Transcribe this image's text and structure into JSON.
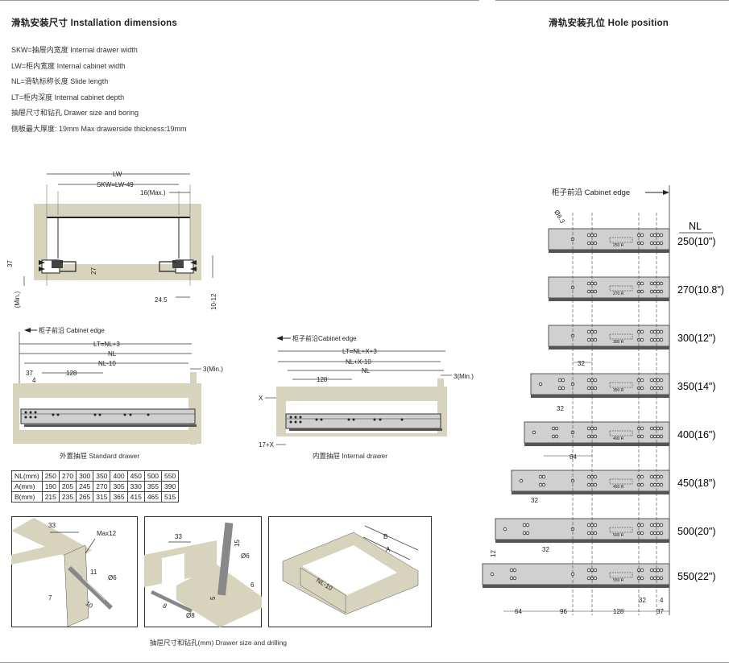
{
  "header": {
    "left_title": "滑轨安装尺寸 Installation dimensions",
    "right_title": "滑轨安装孔位 Hole position"
  },
  "specs": [
    "SKW=抽屉内宽度  Internal drawer width",
    "LW=柜内宽度  Internal cabinet width",
    "NL=滑轨标称长度  Slide length",
    "LT=柜内深度  Internal cabinet depth",
    "抽屉尺寸和钻孔  Drawer size and boring",
    "侧板最大厚度: 19mm   Max drawerside thickness:19mm"
  ],
  "top_diagram": {
    "lw": "LW",
    "skw": "SKW=LW-49",
    "max16": "16(Max.)",
    "d37": "37",
    "d27": "27",
    "d2min": "2 (Min.)",
    "d245": "24.5",
    "d1012": "10-12"
  },
  "standard_drawer": {
    "cabinet_edge": "柜子前沿 Cabinet edge",
    "lt": "LT=NL+3",
    "nl": "NL",
    "nl10": "NL-10",
    "d37": "37",
    "d4": "4",
    "d128": "128",
    "d3min": "3(Min.)",
    "caption": "外置抽屉 Standard drawer"
  },
  "internal_drawer": {
    "cabinet_edge": "柜子前沿Cabinet edge",
    "lt": "LT=NL+X+3",
    "nlx10": "NL+X-10",
    "nl": "NL",
    "d128": "128",
    "d3min": "3(Min.)",
    "x": "X",
    "x17": "17+X",
    "caption": "内置抽屉 Internal drawer"
  },
  "size_table": {
    "rows": [
      [
        "NL(mm)",
        "250",
        "270",
        "300",
        "350",
        "400",
        "450",
        "500",
        "550"
      ],
      [
        "A(mm)",
        "190",
        "205",
        "245",
        "270",
        "305",
        "330",
        "355",
        "390"
      ],
      [
        "B(mm)",
        "215",
        "235",
        "265",
        "315",
        "365",
        "415",
        "465",
        "515"
      ]
    ]
  },
  "drilling": {
    "p1": {
      "d33": "33",
      "max12": "Max12",
      "d11": "11",
      "phi6": "Ø6",
      "d7": "7",
      "d10": "10"
    },
    "p2": {
      "d33": "33",
      "d15": "15",
      "phi6": "Ø6",
      "d6": "6",
      "d5": "5",
      "d8": "8",
      "phi8": "Ø8"
    },
    "p3": {
      "b": "B",
      "a": "A",
      "nl10": "NL-10"
    },
    "caption": "抽屉尺寸和钻孔(mm)  Drawer size and drilling"
  },
  "hole_position": {
    "cabinet_edge": "柜子前沿 Cabinet edge",
    "phi": "Ø6.3",
    "nl_header": "NL",
    "lengths": [
      "250(10\")",
      "270(10.8\")",
      "300(12\")",
      "350(14\")",
      "400(16\")",
      "450(18\")",
      "500(20\")",
      "550(22\")"
    ],
    "rail_labels": [
      "250 R",
      "270 R",
      "300 R",
      "350 R",
      "400 R",
      "450 R",
      "500 R",
      "550 R"
    ],
    "dims": {
      "d32a": "32",
      "d32b": "32",
      "d32c": "32",
      "d64": "64",
      "d12": "12",
      "d32d": "32",
      "d64b": "64",
      "d96": "96",
      "d128": "128",
      "d37": "37",
      "d4": "4",
      "d32e": "32"
    }
  }
}
